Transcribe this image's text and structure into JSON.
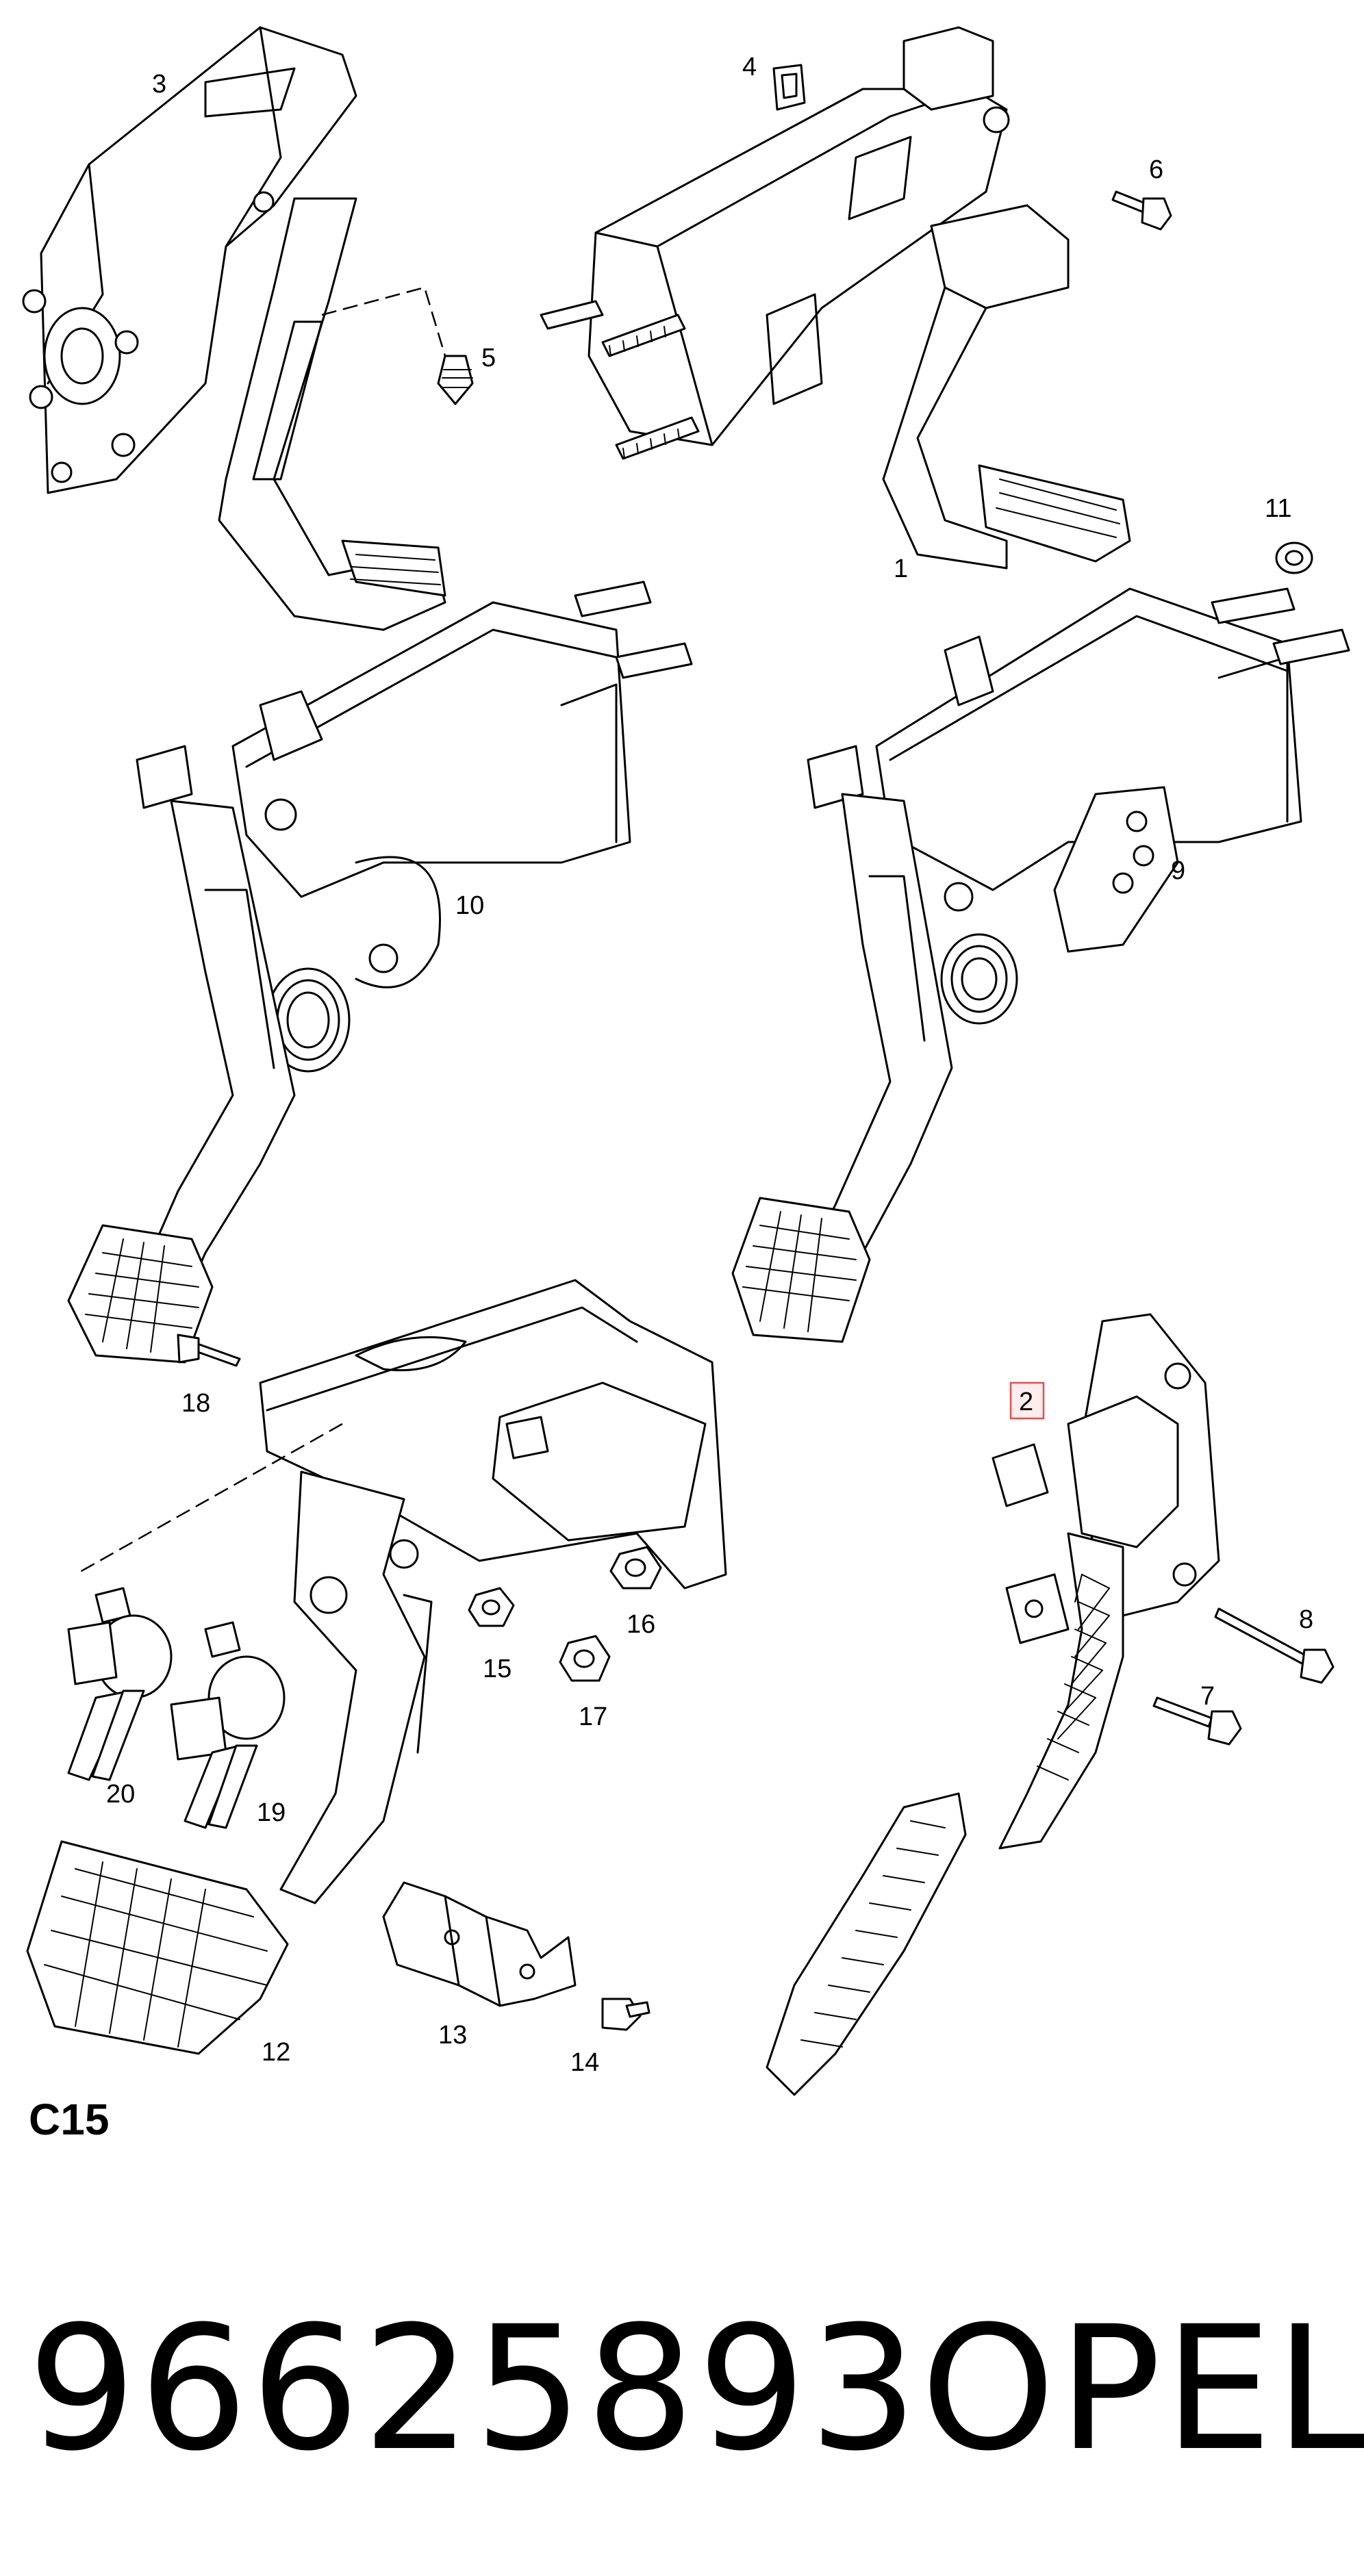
{
  "diagram": {
    "section_code": "C15",
    "highlighted_callout": "2",
    "highlight_color": "#e05050",
    "callouts": {
      "c1": "1",
      "c2": "2",
      "c3": "3",
      "c4": "4",
      "c5": "5",
      "c6": "6",
      "c7": "7",
      "c8": "8",
      "c9": "9",
      "c10": "10",
      "c11": "11",
      "c12": "12",
      "c13": "13",
      "c14": "14",
      "c15": "15",
      "c16": "16",
      "c17": "17",
      "c18": "18",
      "c19": "19",
      "c20": "20"
    }
  },
  "footer": {
    "part_number": "96625893",
    "brand": "OPEL"
  }
}
